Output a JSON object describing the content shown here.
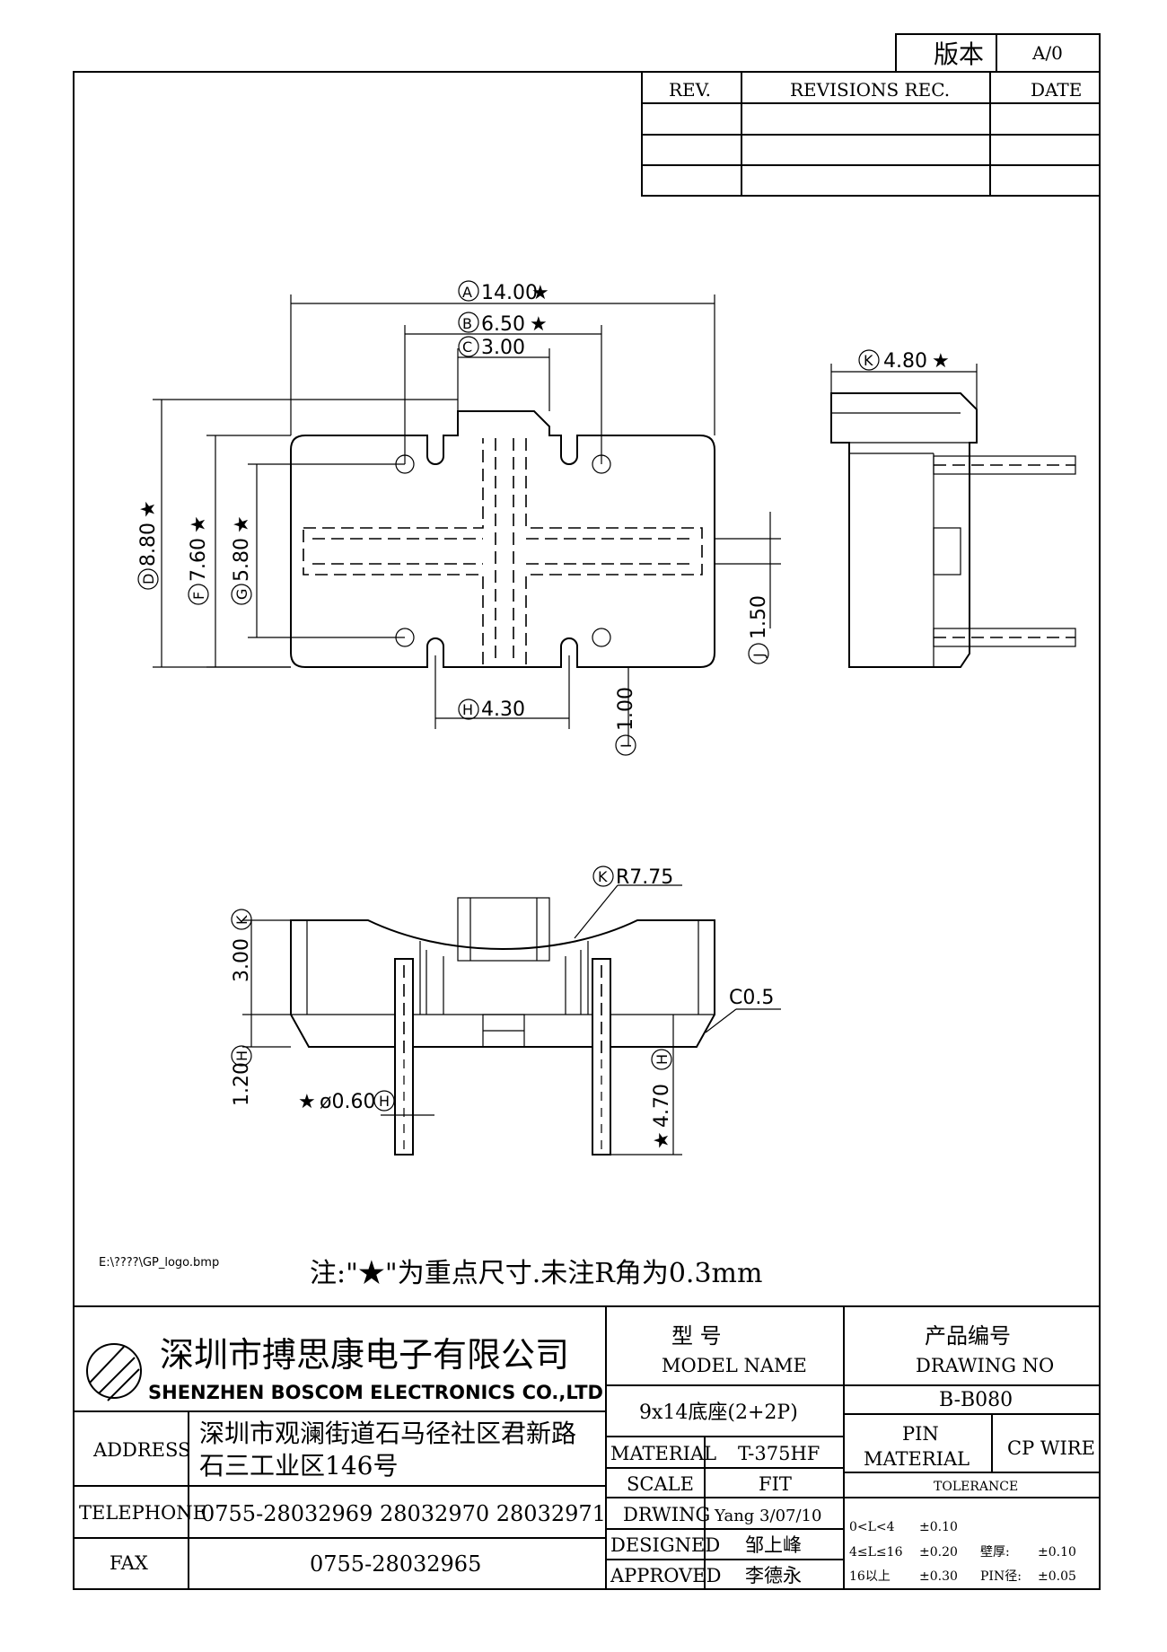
{
  "version_box": {
    "label": "版本",
    "value": "A/0"
  },
  "revision_table": {
    "headers": [
      "REV.",
      "REVISIONS REC.",
      "DATE"
    ],
    "rows": [
      [
        "",
        "",
        ""
      ],
      [
        "",
        "",
        ""
      ]
    ]
  },
  "top_view": {
    "dims": {
      "A": "14.00",
      "B": "6.50",
      "C": "3.00",
      "D": "8.80",
      "F": "7.60",
      "G": "5.80",
      "H": "4.30",
      "I": "1.00",
      "J": "1.50"
    },
    "labels": {
      "A": "A",
      "B": "B",
      "C": "C",
      "D": "D",
      "F": "F",
      "G": "G",
      "H": "H",
      "I": "I",
      "J": "J"
    },
    "star": "★"
  },
  "side_view": {
    "dims": {
      "K": "4.80"
    },
    "labels": {
      "K": "K"
    },
    "star": "★"
  },
  "front_view": {
    "radius": "R7.75",
    "chamfer": "C0.5",
    "height_k": "3.00",
    "height_h": "1.20",
    "pin_dia": "ø0.60",
    "pin_len": "4.70",
    "labels": {
      "K": "K",
      "H": "H"
    },
    "star": "★"
  },
  "file_path": "E:\\????\\GP_logo.bmp",
  "note": "注:\"★\"为重点尺寸.未注R角为0.3mm",
  "title_block": {
    "company_cn": "深圳市搏思康电子有限公司",
    "company_en": "SHENZHEN BOSCOM ELECTRONICS CO.,LTD",
    "model_label_cn": "型    号",
    "model_label_en": "MODEL NAME",
    "model_value": "9x14底座(2+2P)",
    "drawing_label_cn": "产品编号",
    "drawing_label_en": "DRAWING NO",
    "drawing_value": "B-B080",
    "address_label": "ADDRESS",
    "address_line1": "深圳市观澜街道石马径社区君新路",
    "address_line2": "石三工业区146号",
    "telephone_label": "TELEPHONE",
    "telephone_value": "0755-28032969 28032970 28032971",
    "fax_label": "FAX",
    "fax_value": "0755-28032965",
    "material_label": "MATERIAL",
    "material_value": "T-375HF",
    "scale_label": "SCALE",
    "scale_value": "FIT",
    "drwing_label": "DRWING",
    "drwing_value": "Yang 3/07/10",
    "designed_label": "DESIGNED",
    "designed_value": "邹上峰",
    "approved_label": "APPROVED",
    "approved_value": "李德永",
    "pin_label_1": "PIN",
    "pin_label_2": "MATERIAL",
    "pin_value": "CP WIRE",
    "tolerance_label": "TOLERANCE",
    "tolerance_rows": [
      [
        "0<L<4",
        "±0.10",
        "",
        ""
      ],
      [
        "4≤L≤16",
        "±0.20",
        "壁厚:",
        "±0.10"
      ],
      [
        "16以上",
        "±0.30",
        "PIN径:",
        "±0.05"
      ]
    ]
  }
}
